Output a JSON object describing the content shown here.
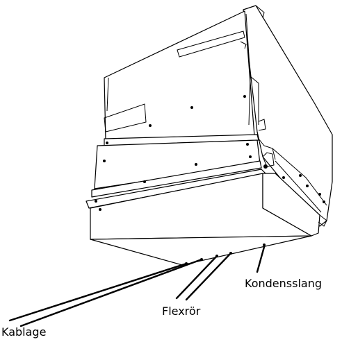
{
  "labels": {
    "kondensslang": "Kondensslang",
    "flexror": "Flexrör",
    "kablage": "Kablage"
  }
}
